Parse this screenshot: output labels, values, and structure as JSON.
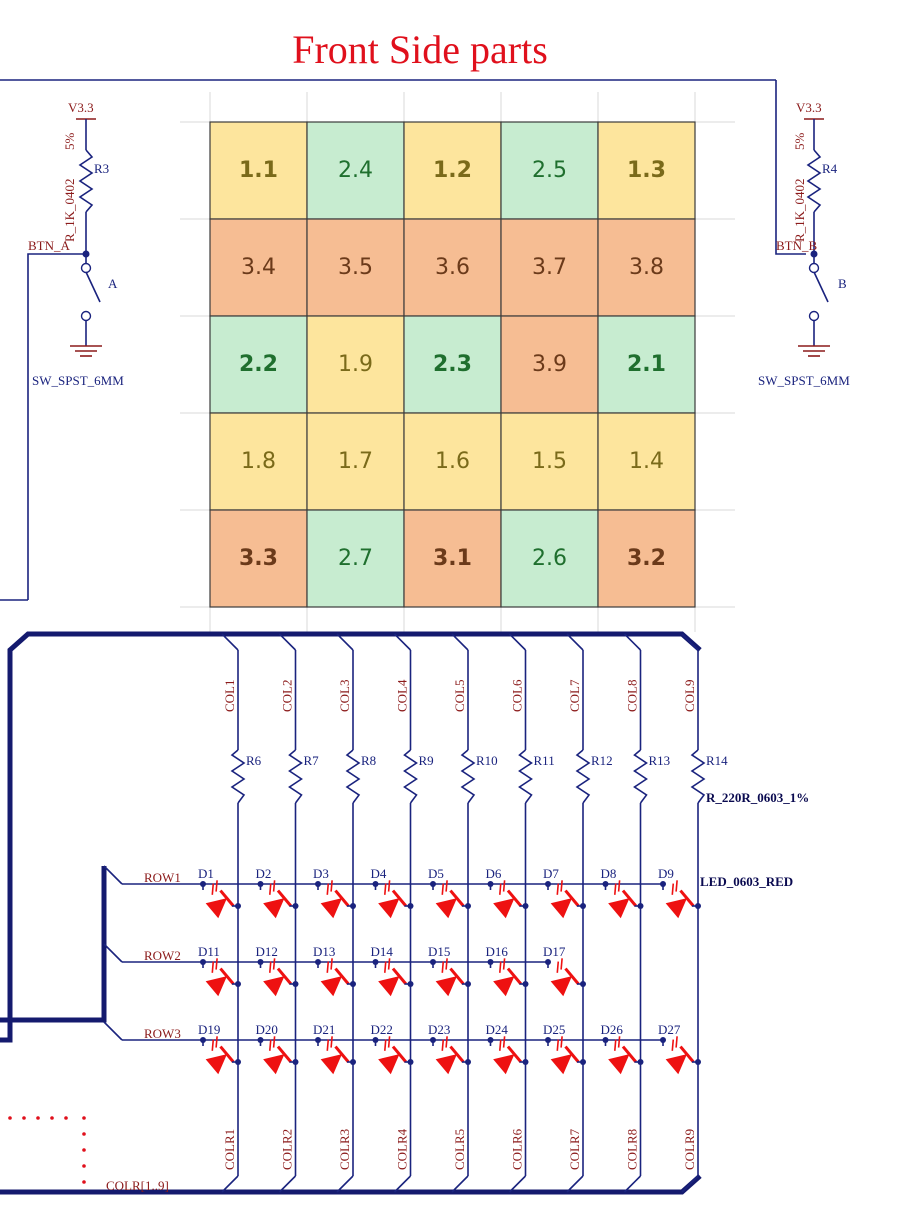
{
  "title": "Front Side parts",
  "colors": {
    "yellow": "#fde59d",
    "green": "#c7ecd0",
    "orange": "#f6bd93",
    "wire": "#1a237e",
    "led": "#ee1111",
    "net_label": "#8b1a1a",
    "title": "#e0101c"
  },
  "grid": {
    "rows": [
      [
        {
          "v": "1.1",
          "c": "yellow",
          "b": true
        },
        {
          "v": "2.4",
          "c": "green",
          "b": false
        },
        {
          "v": "1.2",
          "c": "yellow",
          "b": true
        },
        {
          "v": "2.5",
          "c": "green",
          "b": false
        },
        {
          "v": "1.3",
          "c": "yellow",
          "b": true
        }
      ],
      [
        {
          "v": "3.4",
          "c": "orange",
          "b": false
        },
        {
          "v": "3.5",
          "c": "orange",
          "b": false
        },
        {
          "v": "3.6",
          "c": "orange",
          "b": false
        },
        {
          "v": "3.7",
          "c": "orange",
          "b": false
        },
        {
          "v": "3.8",
          "c": "orange",
          "b": false
        }
      ],
      [
        {
          "v": "2.2",
          "c": "green",
          "b": true
        },
        {
          "v": "1.9",
          "c": "yellow",
          "b": false
        },
        {
          "v": "2.3",
          "c": "green",
          "b": true
        },
        {
          "v": "3.9",
          "c": "orange",
          "b": false
        },
        {
          "v": "2.1",
          "c": "green",
          "b": true
        }
      ],
      [
        {
          "v": "1.8",
          "c": "yellow",
          "b": false
        },
        {
          "v": "1.7",
          "c": "yellow",
          "b": false
        },
        {
          "v": "1.6",
          "c": "yellow",
          "b": false
        },
        {
          "v": "1.5",
          "c": "yellow",
          "b": false
        },
        {
          "v": "1.4",
          "c": "yellow",
          "b": false
        }
      ],
      [
        {
          "v": "3.3",
          "c": "orange",
          "b": true
        },
        {
          "v": "2.7",
          "c": "green",
          "b": false
        },
        {
          "v": "3.1",
          "c": "orange",
          "b": true
        },
        {
          "v": "2.6",
          "c": "green",
          "b": false
        },
        {
          "v": "3.2",
          "c": "orange",
          "b": true
        }
      ]
    ]
  },
  "switch_a": {
    "power": "V3.3",
    "tolerance": "5%",
    "resistor_ref": "R3",
    "resistor_value": "R_1K_0402",
    "net": "BTN_A",
    "pin": "A",
    "part": "SW_SPST_6MM"
  },
  "switch_b": {
    "power": "V3.3",
    "tolerance": "5%",
    "resistor_ref": "R4",
    "resistor_value": "R_1K_0402",
    "net": "BTN_B",
    "pin": "B",
    "part": "SW_SPST_6MM"
  },
  "matrix": {
    "columns": [
      "COL1",
      "COL2",
      "COL3",
      "COL4",
      "COL5",
      "COL6",
      "COL7",
      "COL8",
      "COL9"
    ],
    "column_returns": [
      "COLR1",
      "COLR2",
      "COLR3",
      "COLR4",
      "COLR5",
      "COLR6",
      "COLR7",
      "COLR8",
      "COLR9"
    ],
    "resistors": [
      "R6",
      "R7",
      "R8",
      "R9",
      "R10",
      "R11",
      "R12",
      "R13",
      "R14"
    ],
    "resistor_value": "R_220R_0603_1%",
    "rows": [
      {
        "name": "ROW1",
        "leds": [
          "D1",
          "D2",
          "D3",
          "D4",
          "D5",
          "D6",
          "D7",
          "D8",
          "D9"
        ]
      },
      {
        "name": "ROW2",
        "leds": [
          "D11",
          "D12",
          "D13",
          "D14",
          "D15",
          "D16",
          "D17"
        ]
      },
      {
        "name": "ROW3",
        "leds": [
          "D19",
          "D20",
          "D21",
          "D22",
          "D23",
          "D24",
          "D25",
          "D26",
          "D27"
        ]
      }
    ],
    "led_value": "LED_0603_RED",
    "bus_label": "COLR[1..9]"
  }
}
